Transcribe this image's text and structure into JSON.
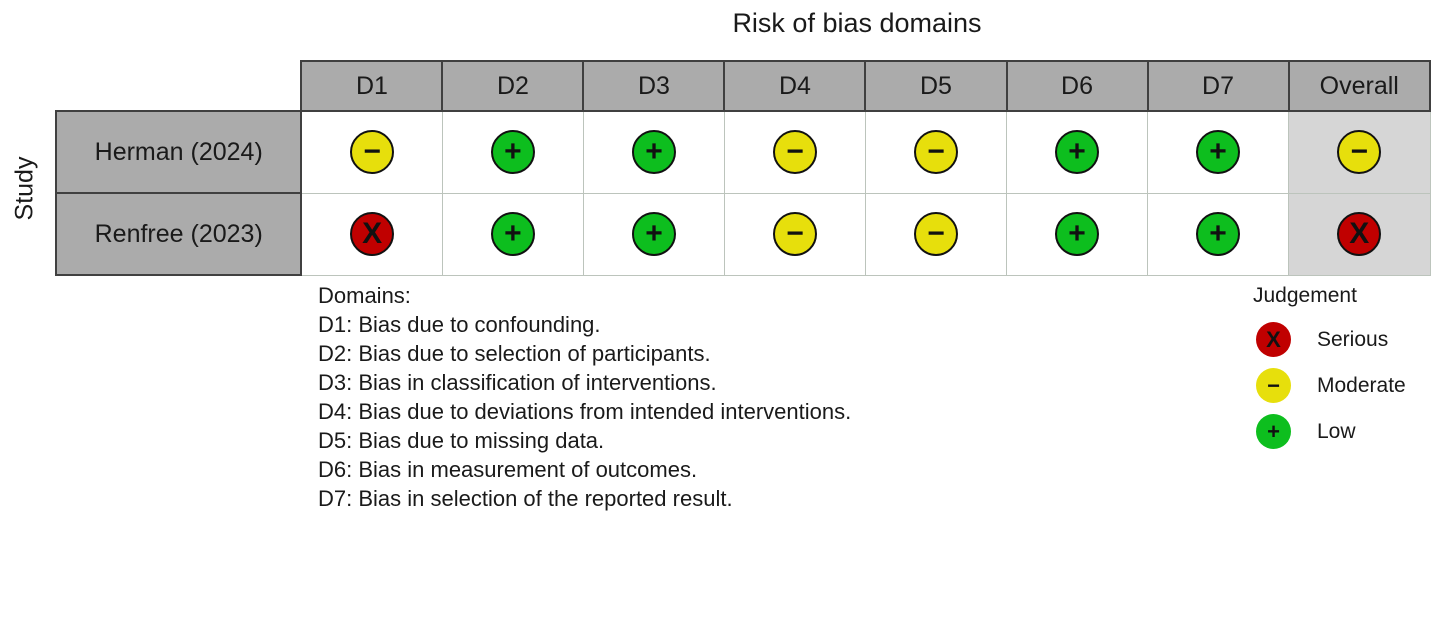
{
  "title": "Risk of bias domains",
  "axis_label": "Study",
  "columns": [
    "D1",
    "D2",
    "D3",
    "D4",
    "D5",
    "D6",
    "D7",
    "Overall"
  ],
  "studies": [
    {
      "name": "Herman (2024)",
      "judgements": [
        "moderate",
        "low",
        "low",
        "moderate",
        "moderate",
        "low",
        "low",
        "moderate"
      ]
    },
    {
      "name": "Renfree (2023)",
      "judgements": [
        "serious",
        "low",
        "low",
        "moderate",
        "moderate",
        "low",
        "low",
        "serious"
      ]
    }
  ],
  "judgement_styles": {
    "serious": {
      "symbol": "X",
      "color": "#C00000",
      "label": "Serious"
    },
    "moderate": {
      "symbol": "−",
      "color": "#E7DF0C",
      "label": "Moderate"
    },
    "low": {
      "symbol": "+",
      "color": "#0DBE1E",
      "label": "Low"
    }
  },
  "domains_legend": {
    "heading": "Domains:",
    "items": [
      "D1: Bias due to confounding.",
      "D2: Bias due to selection of participants.",
      "D3: Bias in classification of interventions.",
      "D4: Bias due to deviations from intended interventions.",
      "D5: Bias due to missing data.",
      "D6: Bias in measurement of outcomes.",
      "D7: Bias in selection of the reported result."
    ]
  },
  "judgement_legend": {
    "heading": "Judgement",
    "items": [
      {
        "key": "serious",
        "label": "Serious"
      },
      {
        "key": "moderate",
        "label": "Moderate"
      },
      {
        "key": "low",
        "label": "Low"
      }
    ]
  },
  "colors": {
    "header_bg": "#ABABAB",
    "study_label_bg": "#ABABAB",
    "overall_column_bg": "#D6D6D6",
    "dark_border": "#404040",
    "cell_border": "#BCC4BC",
    "serious": "#C00000",
    "moderate": "#E7DF0C",
    "low": "#0DBE1E"
  },
  "chart_data": {
    "type": "table",
    "title": "Risk of bias domains",
    "row_axis_label": "Study",
    "columns": [
      "D1",
      "D2",
      "D3",
      "D4",
      "D5",
      "D6",
      "D7",
      "Overall"
    ],
    "rows": [
      {
        "study": "Herman (2024)",
        "values": [
          "Moderate",
          "Low",
          "Low",
          "Moderate",
          "Moderate",
          "Low",
          "Low",
          "Moderate"
        ]
      },
      {
        "study": "Renfree (2023)",
        "values": [
          "Serious",
          "Low",
          "Low",
          "Moderate",
          "Moderate",
          "Low",
          "Low",
          "Serious"
        ]
      }
    ],
    "legend": [
      {
        "label": "Serious",
        "symbol": "X",
        "color": "#C00000"
      },
      {
        "label": "Moderate",
        "symbol": "−",
        "color": "#E7DF0C"
      },
      {
        "label": "Low",
        "symbol": "+",
        "color": "#0DBE1E"
      }
    ],
    "legend_position": "bottom-right"
  }
}
